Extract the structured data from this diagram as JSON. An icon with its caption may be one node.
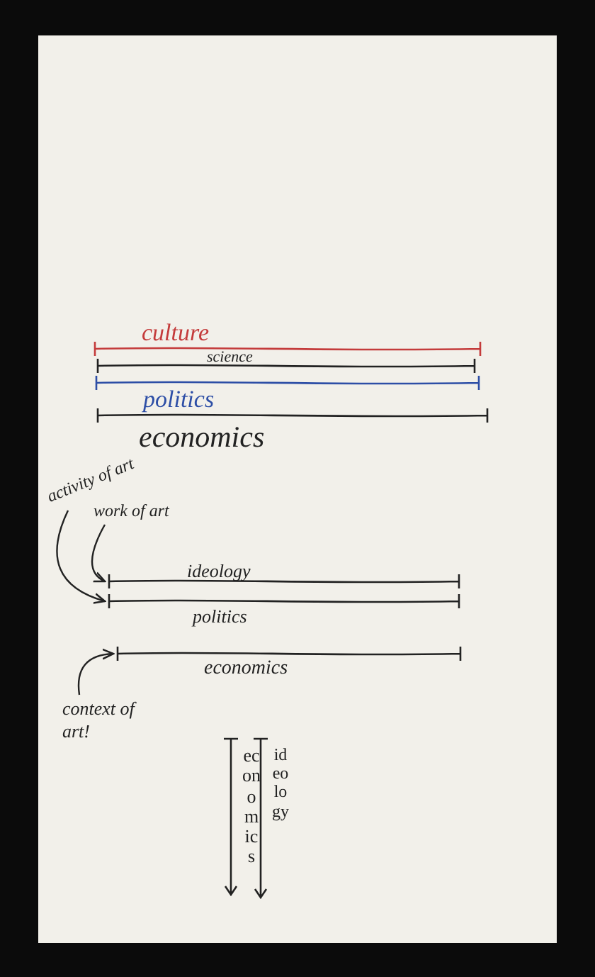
{
  "diagram": {
    "nodes": [
      {
        "text": [
          "culture"
        ]
      },
      {
        "text": [
          "science"
        ]
      },
      {
        "text": [
          "politics"
        ]
      },
      {
        "text": [
          "economics"
        ]
      },
      {
        "text": [
          "activity of art"
        ]
      },
      {
        "text": [
          "work of art"
        ]
      },
      {
        "text": [
          "ideology"
        ]
      },
      {
        "text": [
          "politics"
        ]
      },
      {
        "text": [
          "economics"
        ]
      },
      {
        "text": [
          "context of art!"
        ]
      },
      {
        "text": [
          "economics"
        ]
      },
      {
        "text": [
          "ideology"
        ]
      }
    ],
    "edges": [
      {
        "from": 4,
        "to": 7,
        "arrow": "to"
      },
      {
        "from": 5,
        "to": 6,
        "arrow": "to"
      },
      {
        "from": 9,
        "to": 8,
        "arrow": "to"
      }
    ]
  }
}
